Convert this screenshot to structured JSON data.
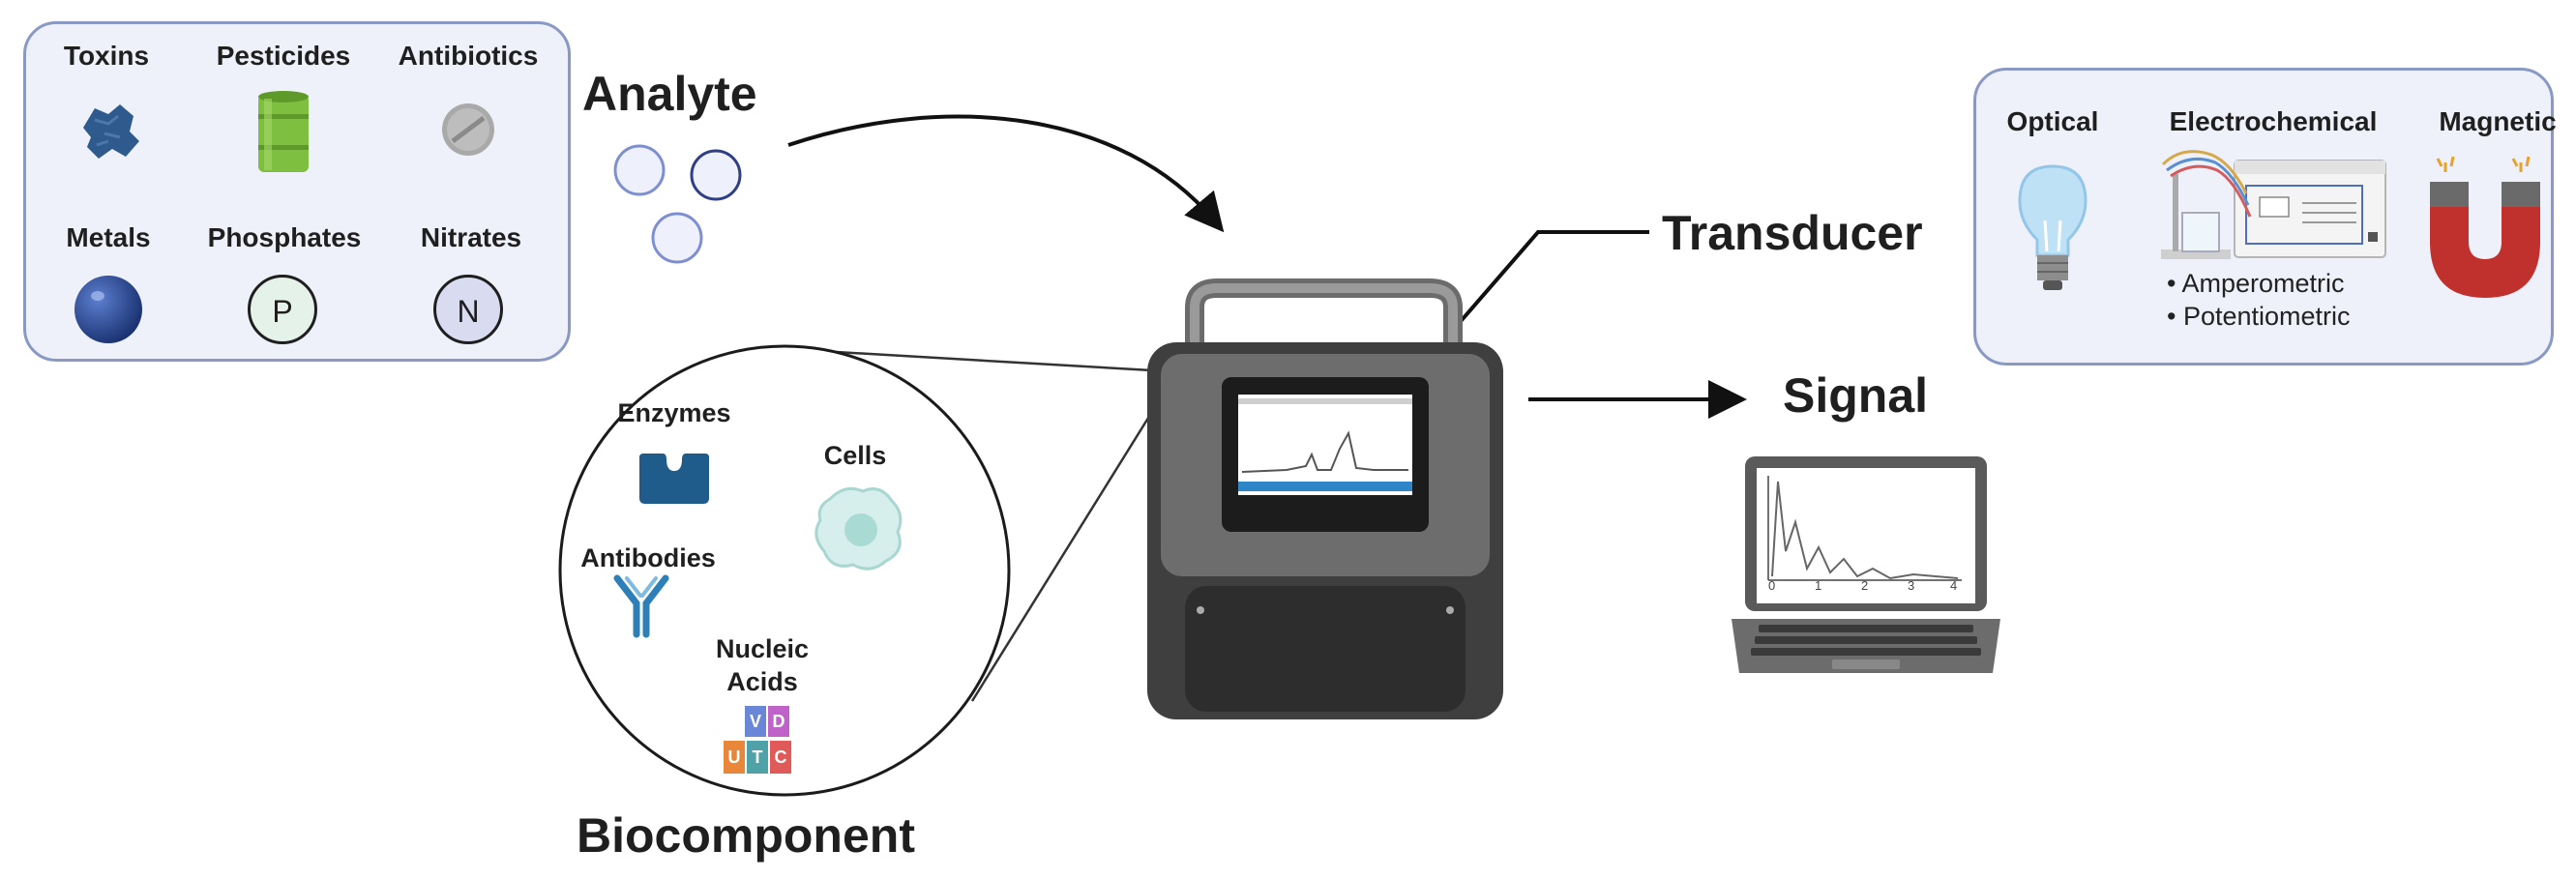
{
  "analytes": {
    "title": "Analyte",
    "items": [
      {
        "label": "Toxins",
        "icon": "toxin-icon"
      },
      {
        "label": "Pesticides",
        "icon": "pesticide-barrel-icon"
      },
      {
        "label": "Antibiotics",
        "icon": "pill-icon"
      },
      {
        "label": "Metals",
        "icon": "metal-sphere-icon"
      },
      {
        "label": "Phosphates",
        "icon": "phosphate-icon",
        "symbol": "P"
      },
      {
        "label": "Nitrates",
        "icon": "nitrate-icon",
        "symbol": "N"
      }
    ]
  },
  "biocomponent": {
    "title": "Biocomponent",
    "items": [
      {
        "label": "Enzymes",
        "icon": "enzyme-icon"
      },
      {
        "label": "Cells",
        "icon": "cell-icon"
      },
      {
        "label": "Antibodies",
        "icon": "antibody-icon"
      },
      {
        "label": "Nucleic\nAcids",
        "label_lines": [
          "Nucleic",
          "Acids"
        ],
        "icon": "nucleic-acid-icon",
        "bases": [
          "U",
          "T",
          "C",
          "V",
          "D"
        ]
      }
    ]
  },
  "transducer": {
    "title": "Transducer",
    "items": [
      {
        "label": "Optical",
        "icon": "light-bulb-icon"
      },
      {
        "label": "Electrochemical",
        "icon": "potentiostat-icon",
        "subtypes": [
          "Amperometric",
          "Potentiometric"
        ]
      },
      {
        "label": "Magnetic",
        "icon": "magnet-icon"
      }
    ]
  },
  "signal": {
    "title": "Signal",
    "icon": "laptop-icon",
    "axis_ticks": [
      "0",
      "1",
      "2",
      "3",
      "4"
    ]
  },
  "device": {
    "icon": "biosensor-device-icon"
  },
  "colors": {
    "panel_border": "#8a99c4",
    "panel_fill": "#eef1f9",
    "device_body": "#4a4a4a",
    "screen_accent": "#2e86c8",
    "magnet_red": "#c0302c"
  }
}
